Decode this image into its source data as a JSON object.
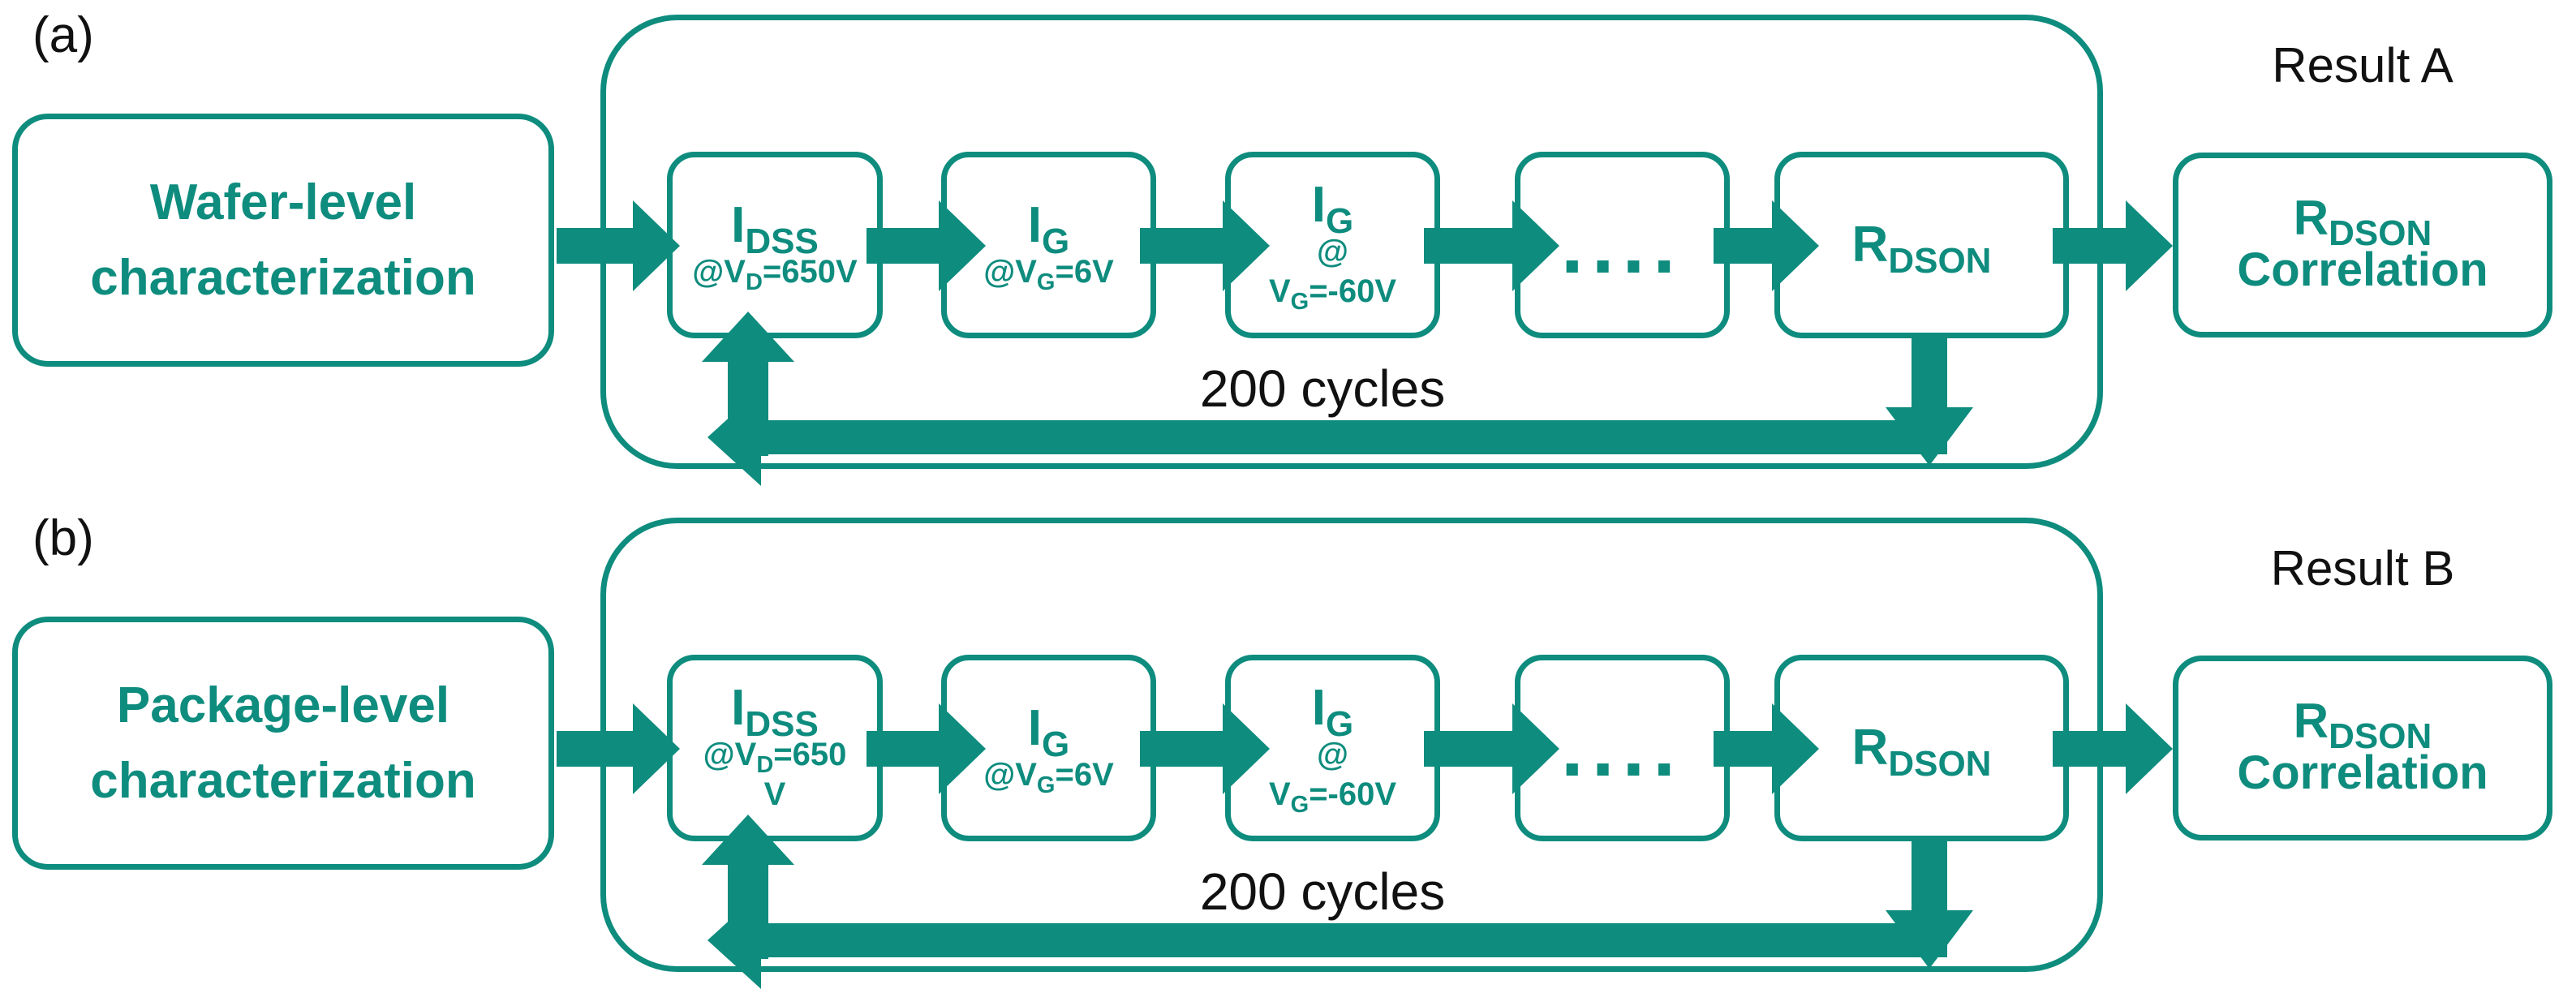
{
  "colors": {
    "accent": "#0e8c7e",
    "ink": "#111111"
  },
  "panels": [
    {
      "label": "(a)",
      "source_box": {
        "line1": "Wafer-level",
        "line2": "characterization"
      },
      "steps": [
        {
          "main": "I",
          "main_sub": "DSS",
          "l2a": "@V",
          "l2s": "D",
          "l2b": "=650V",
          "l3a": "",
          "l3s": "",
          "l3b": ""
        },
        {
          "main": "I",
          "main_sub": "G",
          "l2a": "@V",
          "l2s": "G",
          "l2b": "=6V",
          "l3a": "",
          "l3s": "",
          "l3b": ""
        },
        {
          "main": "I",
          "main_sub": "G",
          "l2a": "@",
          "l2s": "",
          "l2b": "",
          "l3a": "V",
          "l3s": "G",
          "l3b": "=-60V"
        },
        {
          "main": "....",
          "main_sub": "",
          "l2a": "",
          "l2s": "",
          "l2b": "",
          "l3a": "",
          "l3s": "",
          "l3b": ""
        },
        {
          "main": "R",
          "main_sub": "DSON",
          "l2a": "",
          "l2s": "",
          "l2b": "",
          "l3a": "",
          "l3s": "",
          "l3b": ""
        }
      ],
      "cycles_label": "200 cycles",
      "result_label": "Result A",
      "correlation_box": {
        "main": "R",
        "main_sub": "DSON",
        "line2": "Correlation"
      }
    },
    {
      "label": "(b)",
      "source_box": {
        "line1": "Package-level",
        "line2": "characterization"
      },
      "steps": [
        {
          "main": "I",
          "main_sub": "DSS",
          "l2a": "@V",
          "l2s": "D",
          "l2b": "=650",
          "l3a": "V",
          "l3s": "",
          "l3b": ""
        },
        {
          "main": "I",
          "main_sub": "G",
          "l2a": "@V",
          "l2s": "G",
          "l2b": "=6V",
          "l3a": "",
          "l3s": "",
          "l3b": ""
        },
        {
          "main": "I",
          "main_sub": "G",
          "l2a": "@",
          "l2s": "",
          "l2b": "",
          "l3a": "V",
          "l3s": "G",
          "l3b": "=-60V"
        },
        {
          "main": "....",
          "main_sub": "",
          "l2a": "",
          "l2s": "",
          "l2b": "",
          "l3a": "",
          "l3s": "",
          "l3b": ""
        },
        {
          "main": "R",
          "main_sub": "DSON",
          "l2a": "",
          "l2s": "",
          "l2b": "",
          "l3a": "",
          "l3s": "",
          "l3b": ""
        }
      ],
      "cycles_label": "200 cycles",
      "result_label": "Result B",
      "correlation_box": {
        "main": "R",
        "main_sub": "DSON",
        "line2": "Correlation"
      }
    }
  ]
}
